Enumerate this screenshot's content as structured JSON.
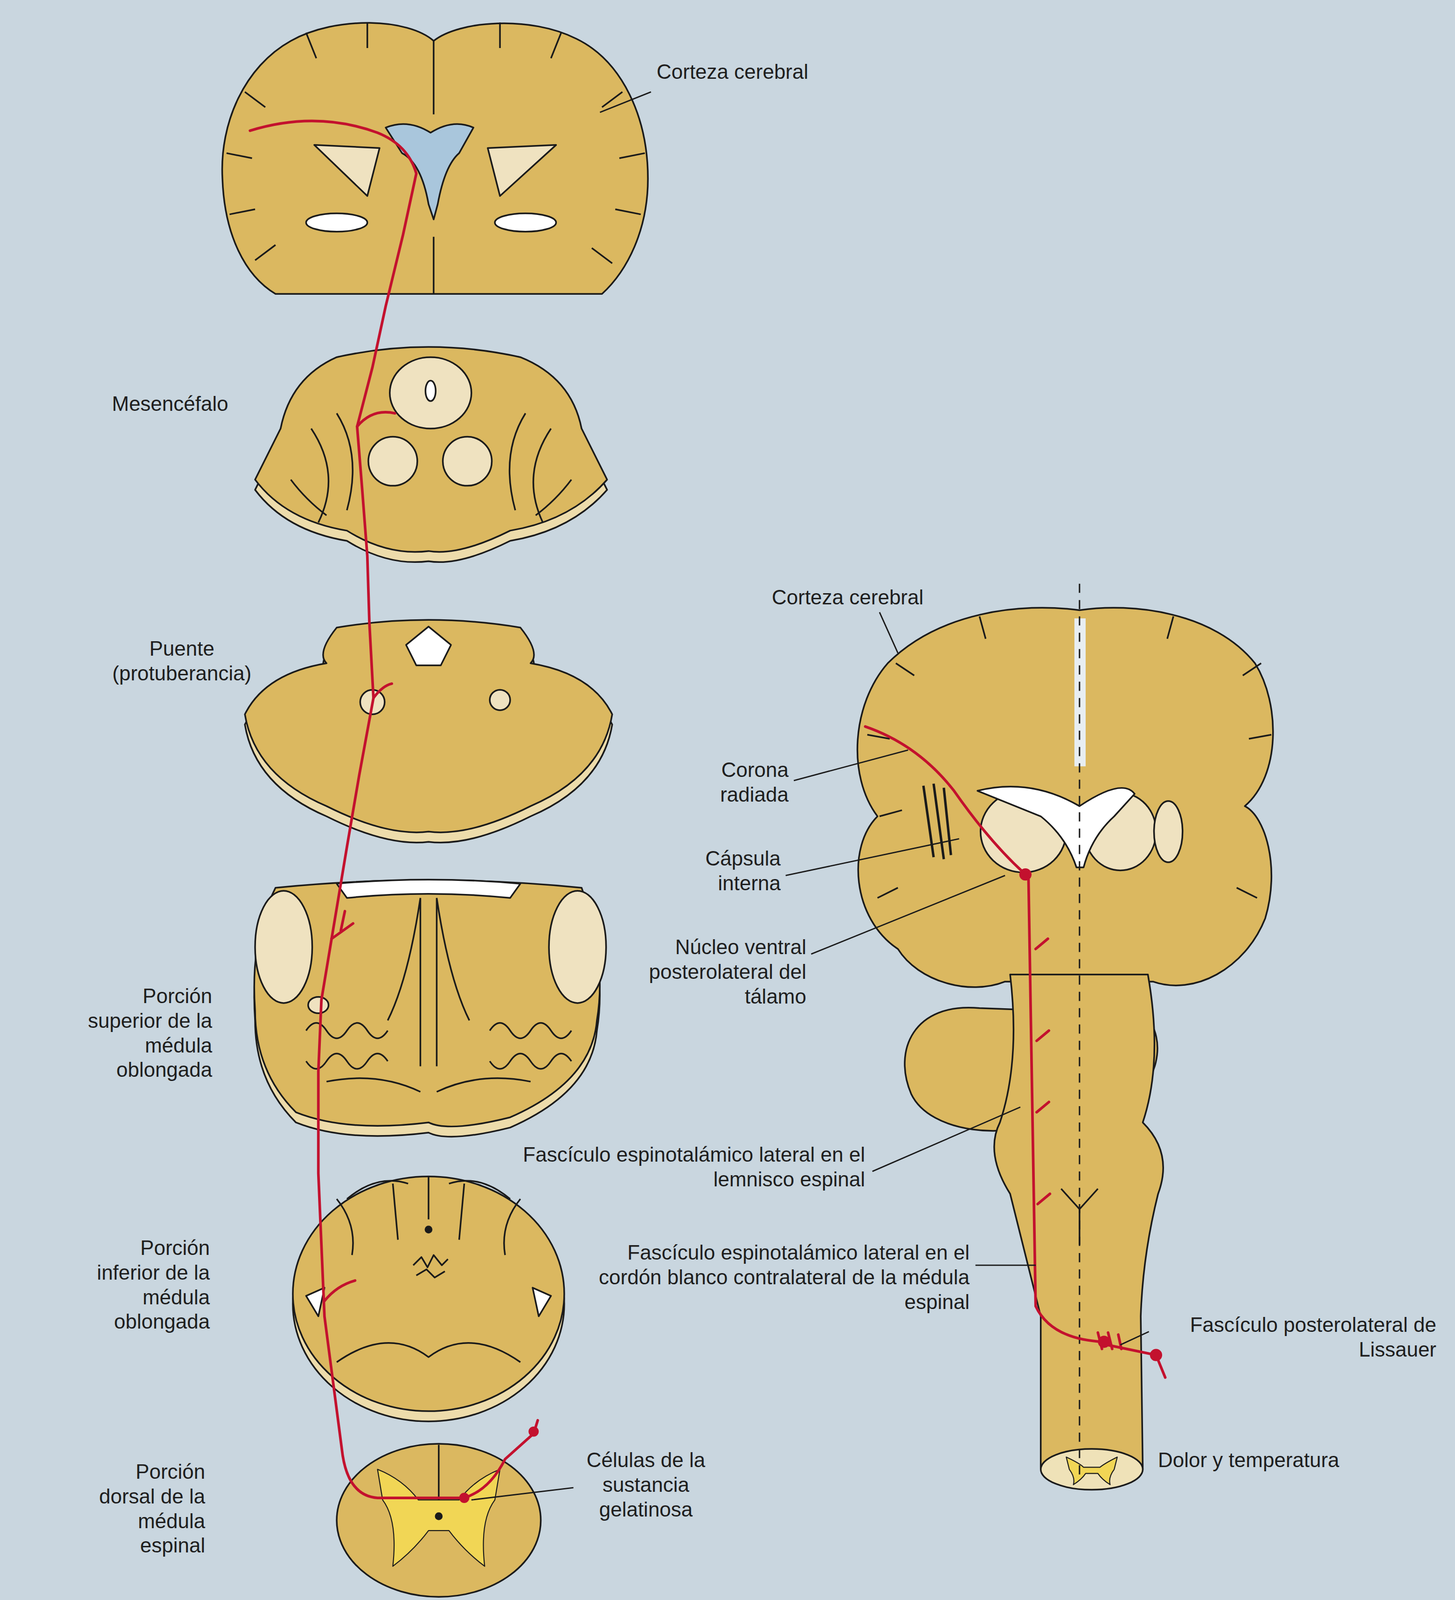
{
  "diagram": {
    "labels": [
      "Corteza cerebral",
      "Mesencéfalo",
      "Puente (protuberancia)",
      "Porción superior de la médula oblongada",
      "Porción inferior de la médula oblongada",
      "Porción dorsal de la médula espinal",
      "Células de la sustancia gelatinosa",
      "Corteza cerebral",
      "Corona radiada",
      "Cápsula interna",
      "Núcleo ventral posterolateral del tálamo",
      "Fascículo espinotalámico lateral en el lemnisco espinal",
      "Fascículo espinotalámico lateral en el cordón blanco contralateral de la médula espinal",
      "Fascículo posterolateral de Lissauer",
      "Dolor y temperatura"
    ]
  }
}
